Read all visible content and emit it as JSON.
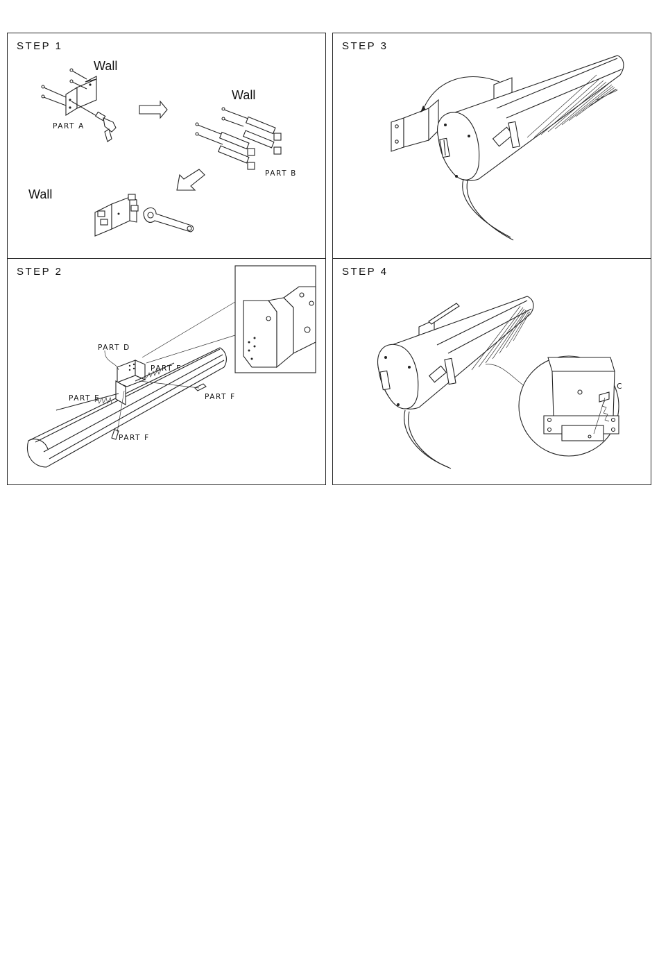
{
  "steps": [
    {
      "title": "STEP 1",
      "labels": {
        "wall_a": "Wall",
        "wall_b": "Wall",
        "wall_c": "Wall",
        "part_a": "PART A",
        "part_b": "PART B"
      }
    },
    {
      "title": "STEP 2",
      "labels": {
        "part_d": "PART D",
        "part_e_right": "PART E",
        "part_e_left": "PART E",
        "part_f_right": "PART F",
        "part_f_bottom": "PART F"
      }
    },
    {
      "title": "STEP 3",
      "labels": {}
    },
    {
      "title": "STEP 4",
      "labels": {
        "part_c": "PART C"
      }
    }
  ],
  "icons": [
    "drill-icon",
    "wrench-icon",
    "right-arrow-icon",
    "down-left-arrow-icon",
    "heater-icon",
    "bracket-icon",
    "screw-icon",
    "anchor-bolt-icon"
  ]
}
